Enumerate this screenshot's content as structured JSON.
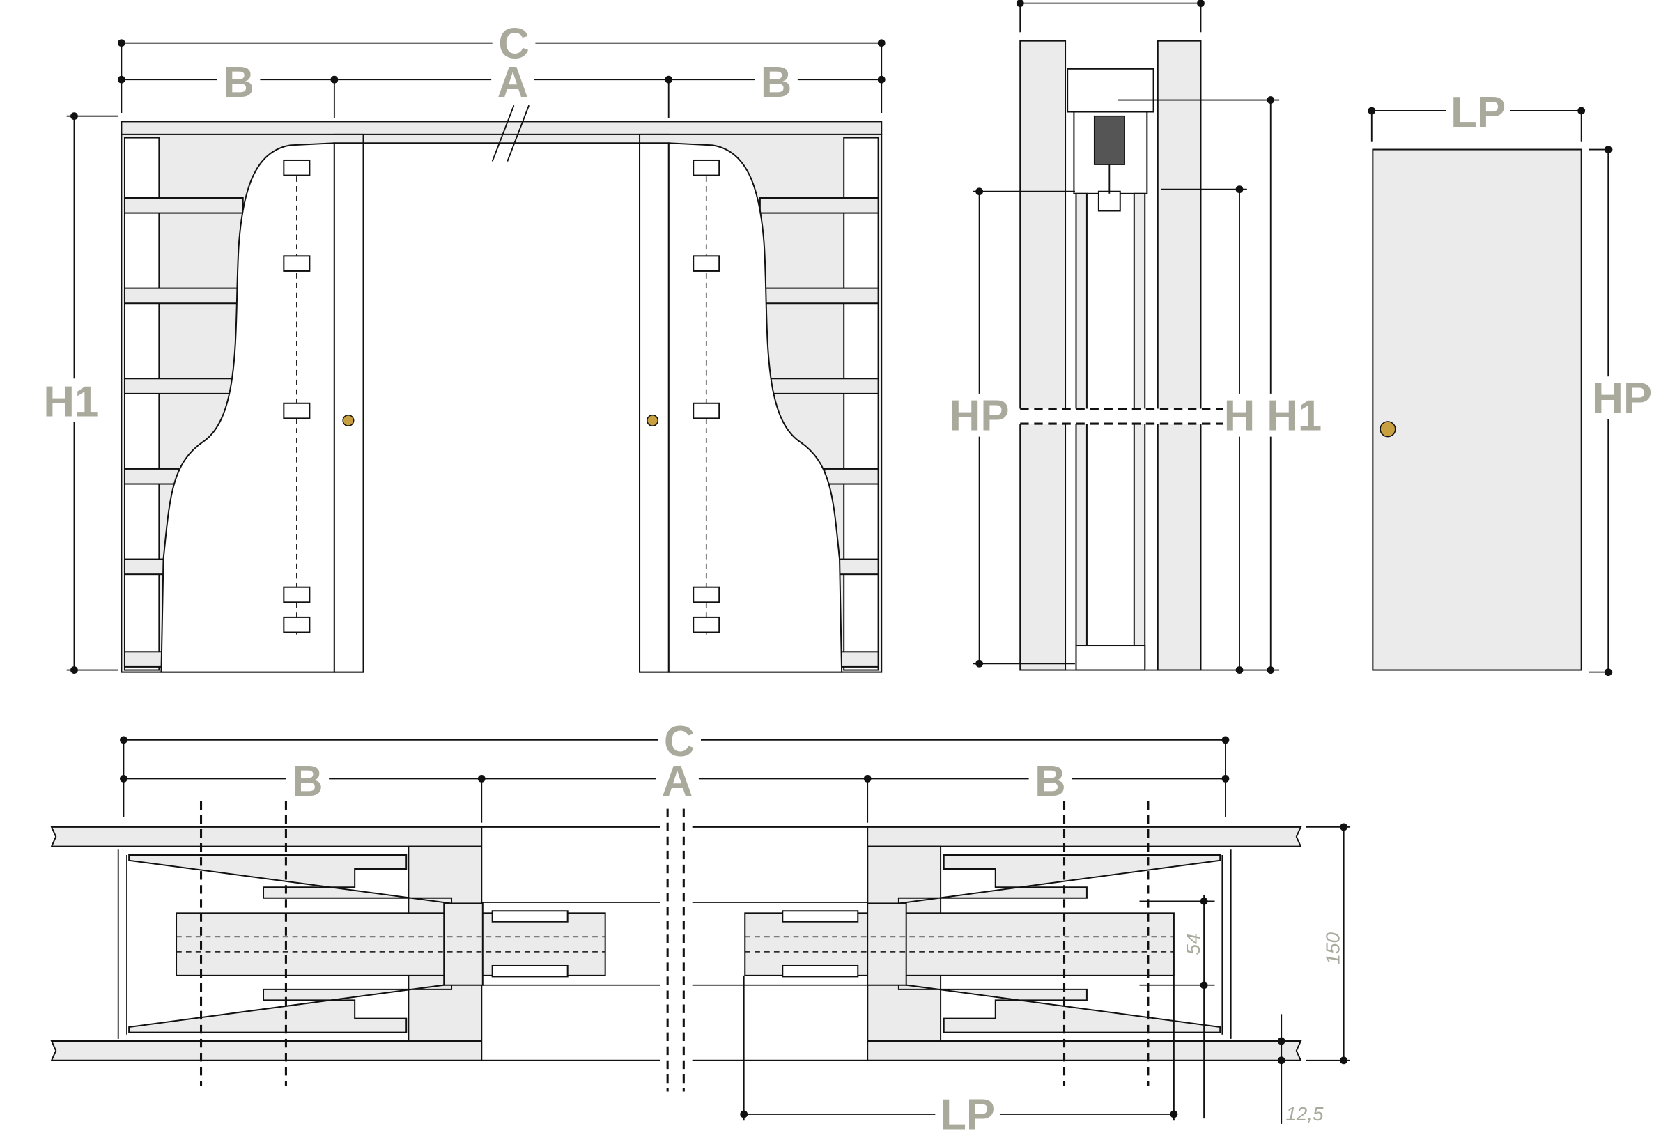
{
  "front_view": {
    "label_c": "C",
    "label_a": "A",
    "label_b_left": "B",
    "label_b_right": "B",
    "label_h1": "H1"
  },
  "side_section": {
    "label_hp": "HP",
    "label_h": "H",
    "label_h1": "H1"
  },
  "door_leaf": {
    "label_lp": "LP",
    "label_hp": "HP"
  },
  "plan_view": {
    "label_c": "C",
    "label_a": "A",
    "label_b_left": "B",
    "label_b_right": "B",
    "label_lp": "LP",
    "dim_wall": "150",
    "dim_door": "54",
    "dim_plaster": "12,5"
  },
  "colors": {
    "label": "#a9a99c",
    "panel": "#ebebeb",
    "line": "#111111",
    "handle": "#c8a040"
  }
}
